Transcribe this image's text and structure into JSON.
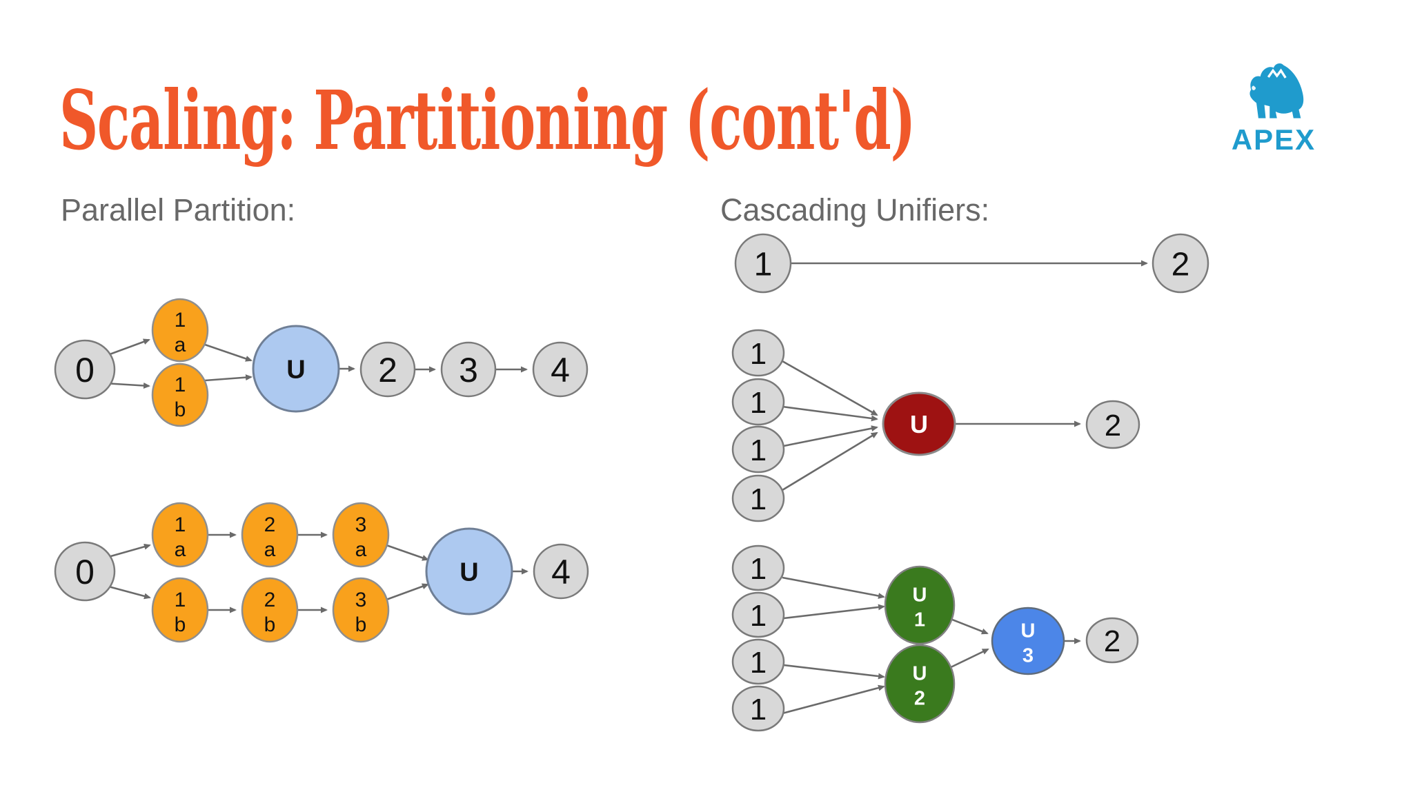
{
  "slide": {
    "title": "Scaling: Partitioning (cont'd)",
    "brand": "APEX",
    "left_heading": "Parallel Partition:",
    "right_heading": "Cascading Unifiers:"
  },
  "colors": {
    "title_orange": "#f0582a",
    "brand_teal": "#1f9bcd",
    "node_gray": "#d8d8d8",
    "node_orange": "#f9a11c",
    "node_light_blue": "#adc9f0",
    "node_dark_red": "#9e1212",
    "node_green": "#3a7a1e",
    "node_blue": "#4c86e8",
    "arrow_gray": "#6a6a6a"
  },
  "diagrams": {
    "parallel_simple": {
      "source": "0",
      "a_top": "1",
      "a_bottom": "a",
      "b_top": "1",
      "b_bottom": "b",
      "unifier": "U",
      "n2": "2",
      "n3": "3",
      "n4": "4"
    },
    "parallel_deep": {
      "source": "0",
      "a1_top": "1",
      "a1_bottom": "a",
      "a2_top": "2",
      "a2_bottom": "a",
      "a3_top": "3",
      "a3_bottom": "a",
      "b1_top": "1",
      "b1_bottom": "b",
      "b2_top": "2",
      "b2_bottom": "b",
      "b3_top": "3",
      "b3_bottom": "b",
      "unifier": "U",
      "sink": "4"
    },
    "cascade_direct": {
      "source": "1",
      "sink": "2"
    },
    "cascade_single": {
      "inputs": [
        "1",
        "1",
        "1",
        "1"
      ],
      "unifier": "U",
      "sink": "2"
    },
    "cascade_tree": {
      "inputs": [
        "1",
        "1",
        "1",
        "1"
      ],
      "u1_top": "U",
      "u1_bottom": "1",
      "u2_top": "U",
      "u2_bottom": "2",
      "u3_top": "U",
      "u3_bottom": "3",
      "sink": "2"
    }
  }
}
